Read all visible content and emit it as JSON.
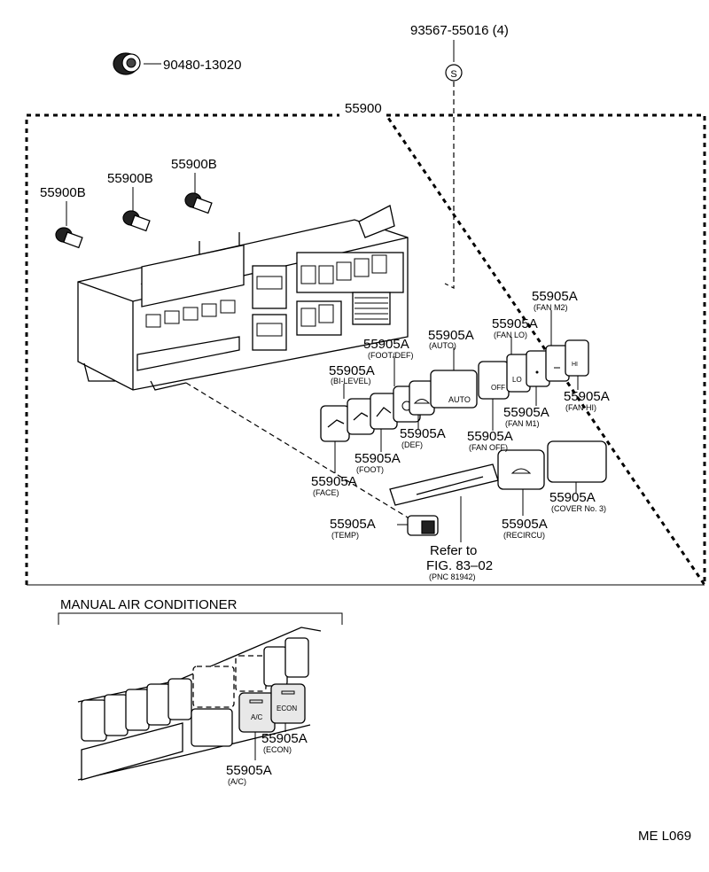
{
  "diagram": {
    "figure_code": "ME L069",
    "assembly": {
      "part_no": "55900"
    },
    "screw": {
      "part_no": "93567-55016 (4)",
      "symbol": "S"
    },
    "knob": {
      "part_no": "90480-13020"
    },
    "bulbs": [
      "55900B",
      "55900B",
      "55900B"
    ],
    "buttons": {
      "foot_def": {
        "part_no": "55905A",
        "desc": "(FOOT/DEF)"
      },
      "auto": {
        "part_no": "55905A",
        "desc": "(AUTO)",
        "legend": "AUTO"
      },
      "fan_lo": {
        "part_no": "55905A",
        "desc": "(FAN LO)",
        "legend": "LO"
      },
      "fan_m2": {
        "part_no": "55905A",
        "desc": "(FAN M2)"
      },
      "bi_level": {
        "part_no": "55905A",
        "desc": "(BI-LEVEL)"
      },
      "fan_hi": {
        "part_no": "55905A",
        "desc": "(FAN HI)",
        "legend": "HI"
      },
      "fan_m1": {
        "part_no": "55905A",
        "desc": "(FAN M1)"
      },
      "def": {
        "part_no": "55905A",
        "desc": "(DEF)"
      },
      "fan_off": {
        "part_no": "55905A",
        "desc": "(FAN OFF)",
        "legend": "OFF"
      },
      "foot": {
        "part_no": "55905A",
        "desc": "(FOOT)"
      },
      "face": {
        "part_no": "55905A",
        "desc": "(FACE)"
      },
      "cover3": {
        "part_no": "55905A",
        "desc": "(COVER No. 3)"
      },
      "temp": {
        "part_no": "55905A",
        "desc": "(TEMP)"
      },
      "recircu": {
        "part_no": "55905A",
        "desc": "(RECIRCU)"
      }
    },
    "reference": {
      "refer": "Refer to",
      "fig": "FIG. 83–02",
      "pnc": "(PNC 81942)"
    },
    "manual": {
      "title": "MANUAL AIR CONDITIONER",
      "econ": {
        "part_no": "55905A",
        "desc": "(ECON)",
        "legend": "ECON"
      },
      "ac": {
        "part_no": "55905A",
        "desc": "(A/C)",
        "legend": "A/C"
      }
    }
  }
}
